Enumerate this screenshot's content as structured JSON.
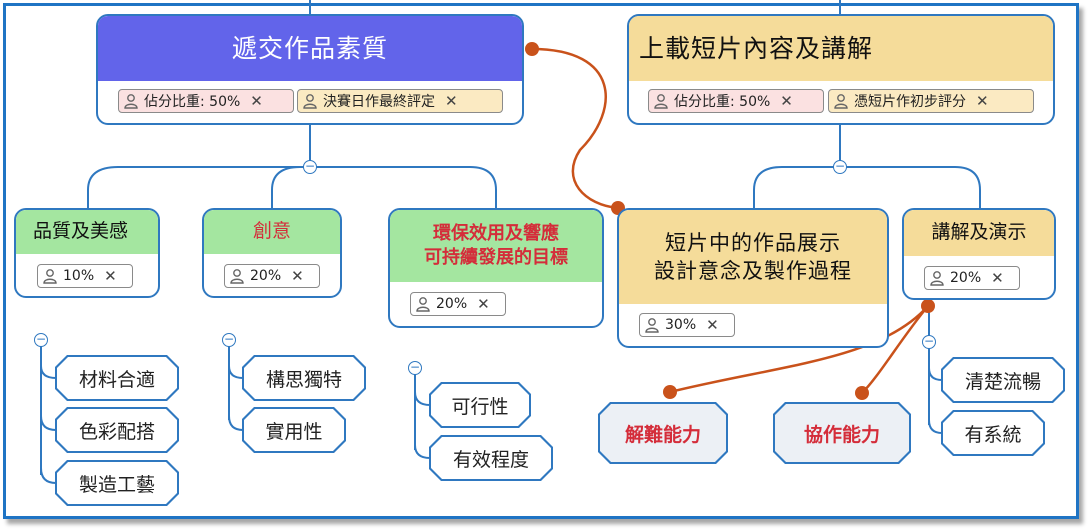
{
  "colors": {
    "border_blue": "#2f78c0",
    "main_left_fill": "#6264ea",
    "main_right_fill": "#f5dc9a",
    "green_fill": "#a4e6a0",
    "red_text": "#d42d3a",
    "relation_line": "#c9521b",
    "chip_pink": "#fbe1e1",
    "chip_yellow": "#fbeac2",
    "soft_fill": "#ecf0f5"
  },
  "icons": {
    "chip_icon": "person-icon",
    "chip_close": "close-icon",
    "collapse": "minus-circle-icon"
  },
  "topics": {
    "left": {
      "title": "遞交作品素質",
      "chip1": "佔分比重: 50%",
      "chip2": "決賽日作最終評定"
    },
    "right": {
      "title": "上載短片內容及講解",
      "chip1": "佔分比重: 50%",
      "chip2": "憑短片作初步評分"
    }
  },
  "subtopics": {
    "quality": {
      "title": "品質及美感",
      "weight": "10%"
    },
    "creativity": {
      "title": "創意",
      "weight": "20%"
    },
    "environment": {
      "line1": "環保效用及響應",
      "line2": "可持續發展的目標",
      "weight": "20%"
    },
    "video": {
      "line1": "短片中的作品展示",
      "line2": "設計意念及製作過程",
      "weight": "30%"
    },
    "presentation": {
      "title": "講解及演示",
      "weight": "20%"
    }
  },
  "leaves": {
    "quality": [
      "材料合適",
      "色彩配搭",
      "製造工藝"
    ],
    "creativity": [
      "構思獨特",
      "實用性"
    ],
    "environment": [
      "可行性",
      "有效程度"
    ],
    "presentation": [
      "清楚流暢",
      "有系統"
    ]
  },
  "floating": {
    "problem_solving": "解難能力",
    "collaboration": "協作能力"
  },
  "close_glyph": "✕",
  "minus_glyph": "−"
}
